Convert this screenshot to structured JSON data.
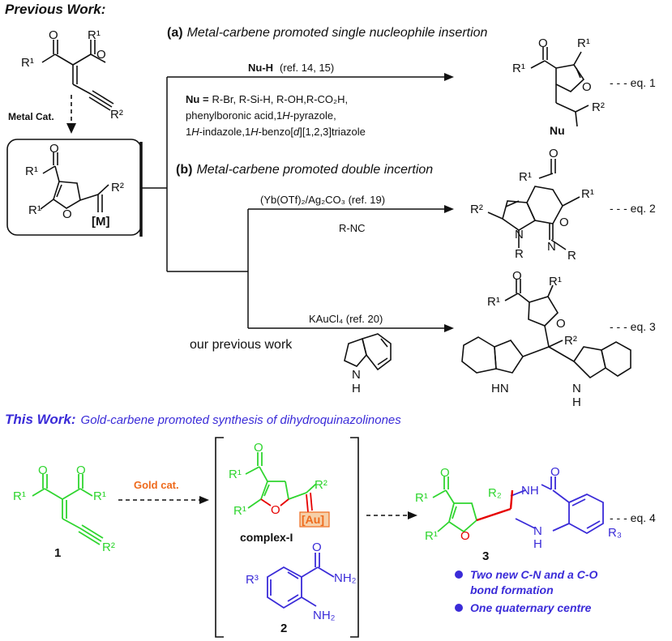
{
  "colors": {
    "ink": "#111111",
    "green": "#2fd52f",
    "blue": "#3a2bd8",
    "orange": "#ee6a1c",
    "red": "#e60000",
    "lightGray": "#e6e6e6"
  },
  "previous": {
    "heading": "Previous Work:",
    "metal_cat": "Metal Cat.",
    "metal": "[M]"
  },
  "sectionA": {
    "letter": "(a)",
    "title": "Metal-carbene promoted single nucleophile insertion",
    "reagent": "Nu-H",
    "ref": "(ref. 14, 15)",
    "nu_label": "Nu =",
    "nu_line1": "R-Br, R-Si-H, R-OH,R-CO₂H,",
    "nu_line2": "phenylboronic  acid,1",
    "nu_line2b": "H",
    "nu_line2c": "-pyrazole,",
    "nu_line3a": "1",
    "nu_line3b": "H",
    "nu_line3c": "-indazole,1",
    "nu_line3d": "H",
    "nu_line3e": "-benzo[",
    "nu_line3f": "d",
    "nu_line3g": "][1,2,3]triazole",
    "eq": "- - - eq. 1",
    "nu": "Nu"
  },
  "sectionB": {
    "letter": "(b)",
    "title": "Metal-carbene promoted double incertion",
    "reagent1": "(Yb(OTf)₂/Ag₂CO₃  (ref. 19)",
    "reagent2": "R-NC",
    "eq2": "- - - eq. 2",
    "reagent3": "KAuCl₄  (ref. 20)",
    "previous_note": "our previous work",
    "eq3": "- - - eq. 3"
  },
  "thisWork": {
    "heading": "This Work:",
    "subtitle": "Gold-carbene promoted synthesis of dihydroquinazolinones",
    "catalyst": "Gold cat.",
    "complex_label": "complex-I",
    "metal": "[Au]",
    "compound1": "1",
    "compound2": "2",
    "compound3": "3",
    "eq4": "- - - eq. 4",
    "bullet1_line1": "Two new C-N and a C-O",
    "bullet1_line2": "bond formation",
    "bullet2": "One quaternary centre"
  },
  "atoms": {
    "O": "O",
    "N": "N",
    "H": "H",
    "NH": "NH",
    "HN": "HN",
    "NH2": "NH₂",
    "R": "R",
    "R1": "R¹",
    "R2": "R²",
    "R3": "R³",
    "R2b": "R₂",
    "R3b": "R₃"
  }
}
